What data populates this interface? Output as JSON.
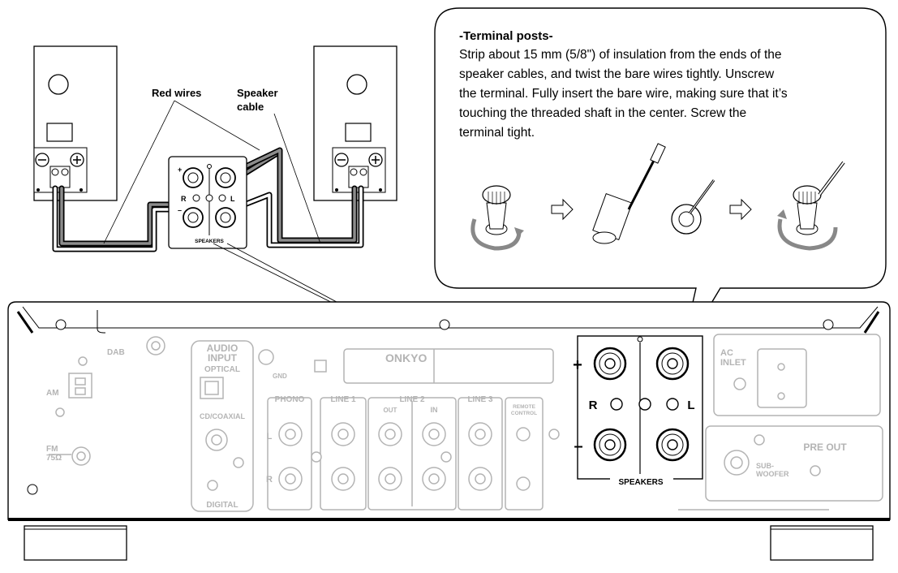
{
  "labels": {
    "red_wires": "Red wires",
    "speaker_cable_line1": "Speaker",
    "speaker_cable_line2": "cable",
    "speakers_small": "SPEAKERS",
    "r_small": "R",
    "l_small": "L",
    "plus": "+",
    "minus": "–"
  },
  "callout": {
    "title": "-Terminal posts-",
    "lines": [
      "Strip about 15 mm (5/8\") of insulation from the ends of the",
      "speaker cables, and twist the bare wires tightly. Unscrew",
      "the terminal. Fully insert the bare wire, making sure that it’s",
      "touching the threaded shaft in the center. Screw the",
      "terminal tight."
    ]
  },
  "panel": {
    "dab": "DAB",
    "am": "AM",
    "fm": "FM",
    "fm_ohm": "75Ω",
    "audio": "AUDIO",
    "input": "INPUT",
    "optical": "OPTICAL",
    "cd_coaxial": "CD/COAXIAL",
    "digital": "DIGITAL",
    "gnd": "GND",
    "brand": "ONKYO",
    "phono": "PHONO",
    "line1": "LINE 1",
    "line2": "LINE 2",
    "line3": "LINE 3",
    "out": "OUT",
    "in": "IN",
    "remote1": "REMOTE",
    "remote2": "CONTROL",
    "l": "L",
    "r": "R",
    "spk_r": "R",
    "spk_l": "L",
    "speakers": "SPEAKERS",
    "ac": "AC",
    "inlet": "INLET",
    "pre_out": "PRE OUT",
    "sub": "SUB-",
    "woofer": "WOOFER"
  },
  "colors": {
    "line": "#000000",
    "ghost": "#b4b4b4",
    "wire_fill": "#8c8c8c"
  }
}
